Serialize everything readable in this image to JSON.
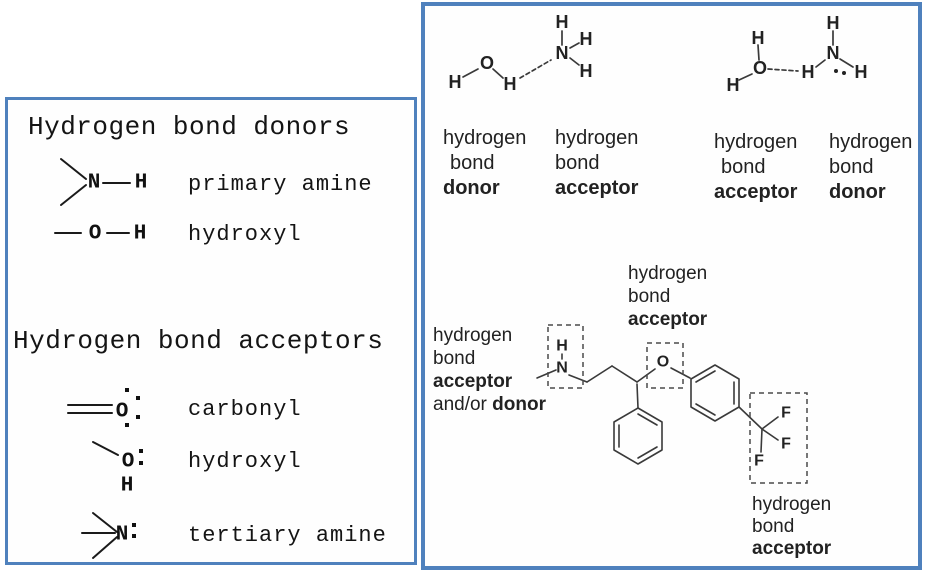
{
  "atoms": {
    "H": "H",
    "N": "N",
    "O": "O",
    "F": "F"
  },
  "left_panel": {
    "donors_heading": "Hydrogen bond donors",
    "donor_items": [
      {
        "structure": "primary-amine",
        "label": "primary amine"
      },
      {
        "structure": "hydroxyl",
        "label": "hydroxyl"
      }
    ],
    "acceptors_heading": "Hydrogen bond acceptors",
    "acceptor_items": [
      {
        "structure": "carbonyl",
        "label": "carbonyl"
      },
      {
        "structure": "hydroxyl",
        "label": "hydroxyl"
      },
      {
        "structure": "tertiary-amine",
        "label": "tertiary amine"
      }
    ]
  },
  "right_panel": {
    "pair_labels": [
      {
        "line1": "hydrogen",
        "line2": "bond",
        "bold": "donor"
      },
      {
        "line1": "hydrogen",
        "line2": "bond",
        "bold": "acceptor"
      },
      {
        "line1": "hydrogen",
        "line2": "bond",
        "bold": "acceptor"
      },
      {
        "line1": "hydrogen",
        "line2": "bond",
        "bold": "donor"
      }
    ],
    "molecule_labels": {
      "amine": {
        "line1": "hydrogen",
        "line2": "bond",
        "bold": "acceptor",
        "andor": "and/or ",
        "andor_bold": "donor"
      },
      "ether": {
        "line1": "hydrogen",
        "line2": "bond",
        "bold": "acceptor"
      },
      "cf3": {
        "line1": "hydrogen",
        "line2": "bond",
        "bold": "acceptor"
      }
    }
  },
  "colors": {
    "panel_border": "#4f81bd",
    "text": "#1c1c1c"
  }
}
